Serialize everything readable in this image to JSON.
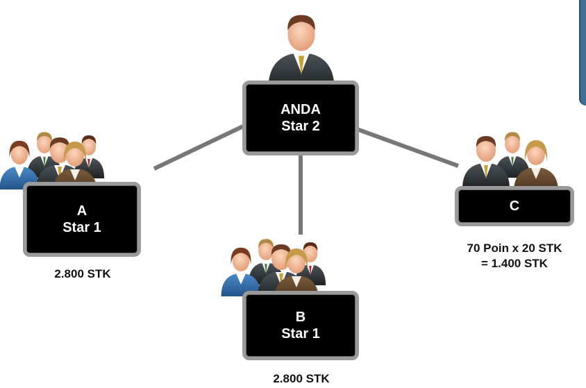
{
  "nodes": {
    "top": {
      "title": "ANDA",
      "rank": "Star 2"
    },
    "a": {
      "title": "A",
      "rank": "Star 1",
      "value": "2.800 STK"
    },
    "b": {
      "title": "B",
      "rank": "Star 1",
      "value": "2.800 STK"
    },
    "c": {
      "title": "C",
      "calc_line1": "70 Poin x 20 STK",
      "calc_line2": "= 1.400 STK"
    }
  },
  "colors": {
    "box_fill": "#000000",
    "box_border": "#9a9a9a",
    "connector": "#777777",
    "text_on_box": "#ffffff",
    "caption_text": "#111111",
    "side_tab": "#3f6f94"
  },
  "icons": {
    "top": "businessman-icon",
    "a": "group-of-five-people-icon",
    "b": "group-of-five-people-icon",
    "c": "group-of-three-people-icon"
  }
}
